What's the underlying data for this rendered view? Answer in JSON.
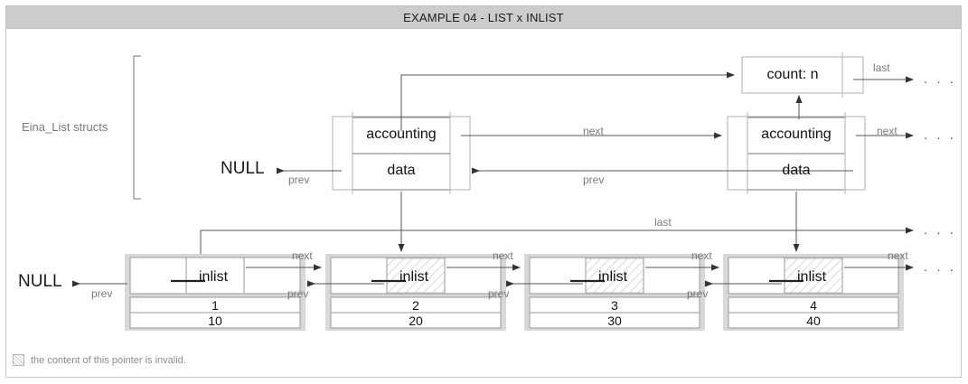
{
  "window": {
    "title": "EXAMPLE 04 - LIST x INLIST"
  },
  "annotations": {
    "group_label": "Eina_List structs",
    "null_left_top": "NULL",
    "null_left_bottom": "NULL"
  },
  "count_box": {
    "label": "count: n",
    "out_link_label": "last",
    "out_link_target": ". . ."
  },
  "list_structs": [
    {
      "id": "eina-list-node-1",
      "top_field": "accounting",
      "bottom_field": "data",
      "prev_label": "prev",
      "next_label": "next"
    },
    {
      "id": "eina-list-node-2",
      "top_field": "accounting",
      "bottom_field": "data",
      "prev_label": "prev",
      "next_label": "next",
      "next_target": ". . ."
    }
  ],
  "link_labels": {
    "next": "next",
    "prev": "prev",
    "last": "last"
  },
  "last_pointer": {
    "label": "last",
    "target": ". . ."
  },
  "inlist_nodes": [
    {
      "id": "inlist-node-1",
      "pointer_field": "inlist",
      "value_a": "1",
      "value_b": "10",
      "invalid_pointer": false,
      "next_label": "next",
      "prev_label": "prev"
    },
    {
      "id": "inlist-node-2",
      "pointer_field": "inlist",
      "value_a": "2",
      "value_b": "20",
      "invalid_pointer": true,
      "next_label": "next",
      "prev_label": "prev"
    },
    {
      "id": "inlist-node-3",
      "pointer_field": "inlist",
      "value_a": "3",
      "value_b": "30",
      "invalid_pointer": true,
      "next_label": "next",
      "prev_label": "prev"
    },
    {
      "id": "inlist-node-4",
      "pointer_field": "inlist",
      "value_a": "4",
      "value_b": "40",
      "invalid_pointer": true,
      "next_label": "next",
      "prev_label": "prev",
      "next_target": ". . ."
    }
  ],
  "trailing_dots": ". . .",
  "legend": {
    "text": "the content of this pointer is invalid."
  },
  "colors": {
    "titlebar_bg": "#cccccc",
    "frame_border": "#c9c9c9",
    "line": "#555555",
    "box_border": "#b0b0b0",
    "node_frame": "#d8d8d8",
    "label_gray": "#7a7a7a",
    "hatch": "#c8c8c8"
  }
}
